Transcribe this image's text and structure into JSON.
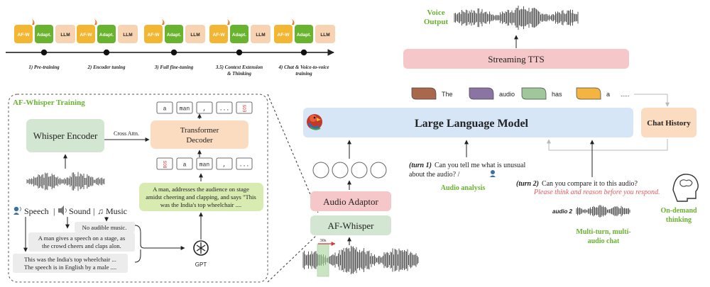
{
  "timeline": {
    "stages": [
      {
        "label": "1) Pre-training",
        "blocks": [
          "AF-W",
          "Adapt.",
          "LLM"
        ]
      },
      {
        "label": "2) Encoder tuning",
        "blocks": [
          "AF-W",
          "Adapt.",
          "LLM"
        ]
      },
      {
        "label": "3) Full fine-tuning",
        "blocks": [
          "AF-W",
          "Adapt.",
          "LLM"
        ]
      },
      {
        "label": "3.5) Context Extension",
        "label2": "& Thinking",
        "blocks": [
          "AF-W",
          "Adapt.",
          "LLM"
        ]
      },
      {
        "label": "4) Chat & Voice-to-voice",
        "label2": "training",
        "blocks": [
          "AF-W",
          "Adapt.",
          "LLM"
        ]
      }
    ]
  },
  "af_whisper": {
    "title": "AF-Whisper Training",
    "whisper_encoder": "Whisper Encoder",
    "cross_attn": "Cross Attn.",
    "decoder_line1": "Transformer",
    "decoder_line2": "Decoder",
    "top_tokens": [
      "a",
      "man",
      ",",
      "...",
      "EOS"
    ],
    "bottom_tokens": [
      "BOS",
      "a",
      "man",
      ",",
      "..."
    ],
    "caption_lines": [
      "A man, addresses the audience on stage",
      "amidst cheering and clapping, and says \"This",
      "was the India's top wheelchair ...."
    ],
    "modalities": {
      "speech": "Speech",
      "sound": "Sound",
      "music": "Music",
      "sep": "|"
    },
    "music_caption": "No audible music.",
    "sound_caption_lines": [
      "A man gives a speech on a stage, as",
      "the crowd cheers and claps alon."
    ],
    "speech_caption_lines": [
      "This was the India's top wheelchair ...",
      "The speech is in English by a male ...."
    ],
    "gpt_label": "GPT"
  },
  "main": {
    "voice_output_line1": "Voice",
    "voice_output_line2": "Output",
    "streaming_tts": "Streaming TTS",
    "tokens": [
      "The",
      "audio",
      "has",
      "a",
      "....."
    ],
    "token_colors": [
      "#a9674c",
      "#8a74a3",
      "#9fc79b",
      "#f3b441"
    ],
    "llm": "Large Language Model",
    "chat_history": "Chat History",
    "audio_adaptor": "Audio Adaptor",
    "af_whisper": "AF-Whisper",
    "window_label": "30s",
    "turn1_label": "(turn 1)",
    "turn1_text": "Can you tell me what is unusual",
    "turn1_text2": "about the audio? /",
    "audio_analysis": "Audio analysis",
    "turn2_label": "(turn 2)",
    "turn2_text": "Can you compare it to this audio?",
    "turn2_hint": "Please think and reason before you respond.",
    "audio2_label": "audio 2",
    "multi_turn_line1": "Multi-turn, multi-",
    "multi_turn_line2": "audio chat",
    "on_demand_line1": "On-demand",
    "on_demand_line2": "thinking"
  },
  "colors": {
    "afw": "#f2b632",
    "adapt": "#69b32f",
    "llm_small": "#f8d3b1",
    "llm_main": "#d6e6f7",
    "tts": "#f6c7c9",
    "green_text": "#69b32f",
    "hint_red": "#e8595b",
    "encoder": "#d3e6d1",
    "decoder": "#fbdcc0",
    "caption": "#d8ecb2",
    "gray_box": "#ececec",
    "chat_history": "#fbdcc0"
  }
}
